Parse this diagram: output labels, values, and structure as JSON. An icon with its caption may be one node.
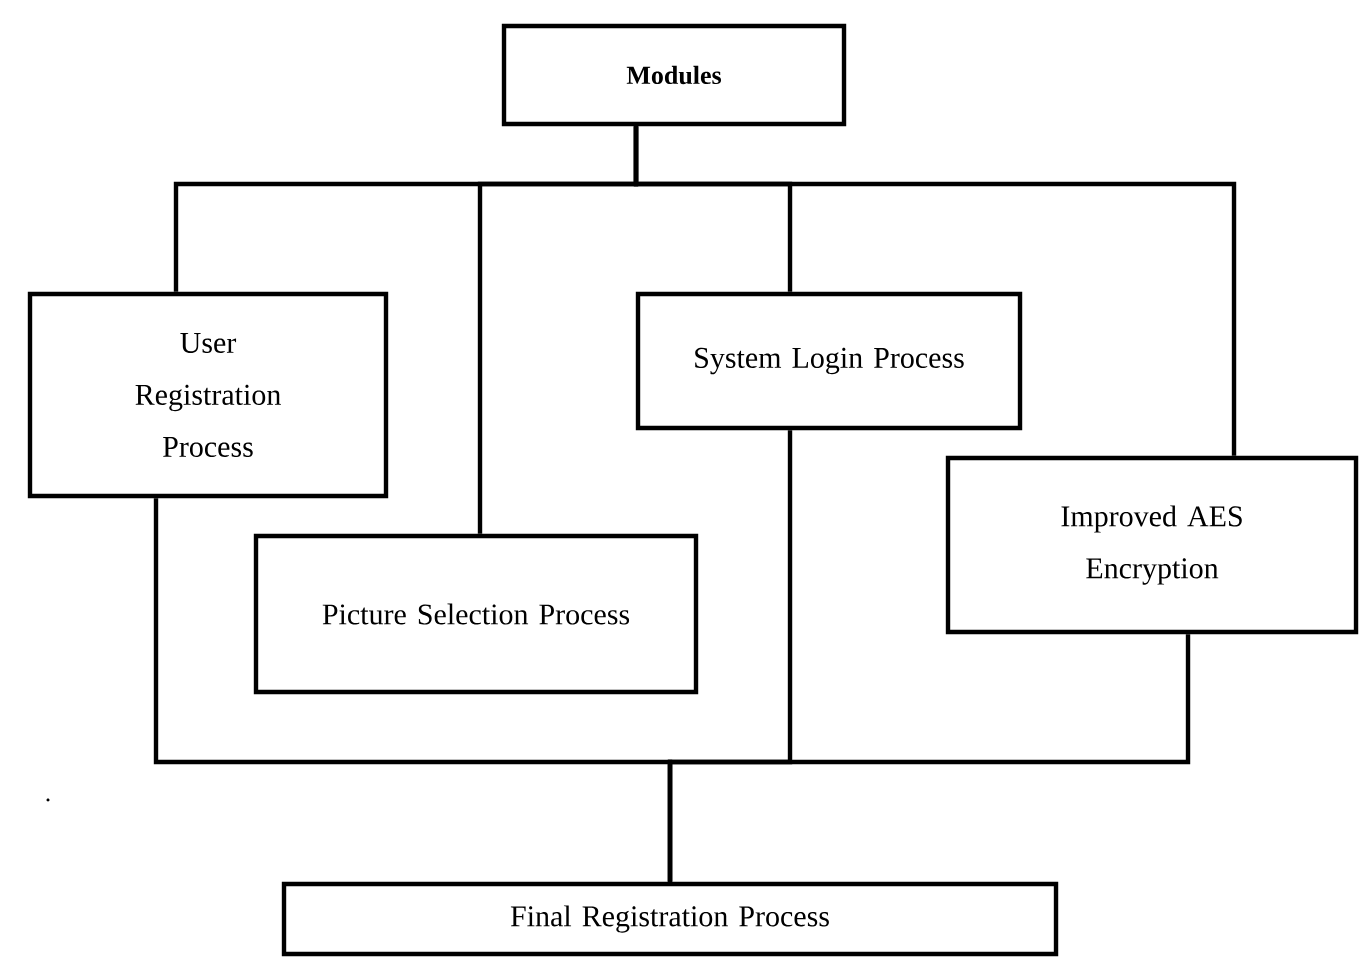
{
  "diagram": {
    "nodes": [
      {
        "text": [
          "Modules"
        ]
      },
      {
        "text": [
          "User Registration Process"
        ]
      },
      {
        "text": [
          "Picture Selection Process"
        ]
      },
      {
        "text": [
          "System Login Process"
        ]
      },
      {
        "text": [
          "Improved AES Encryption"
        ]
      },
      {
        "text": [
          "Final Registration Process"
        ]
      }
    ],
    "edges": [
      {
        "from": 0,
        "to": 1,
        "arrow": "none"
      },
      {
        "from": 0,
        "to": 2,
        "arrow": "none"
      },
      {
        "from": 0,
        "to": 3,
        "arrow": "none"
      },
      {
        "from": 0,
        "to": 4,
        "arrow": "none"
      },
      {
        "from": 1,
        "to": 5,
        "arrow": "none"
      },
      {
        "from": 3,
        "to": 5,
        "arrow": "none"
      },
      {
        "from": 4,
        "to": 5,
        "arrow": "none"
      }
    ],
    "labels": [
      "."
    ]
  }
}
